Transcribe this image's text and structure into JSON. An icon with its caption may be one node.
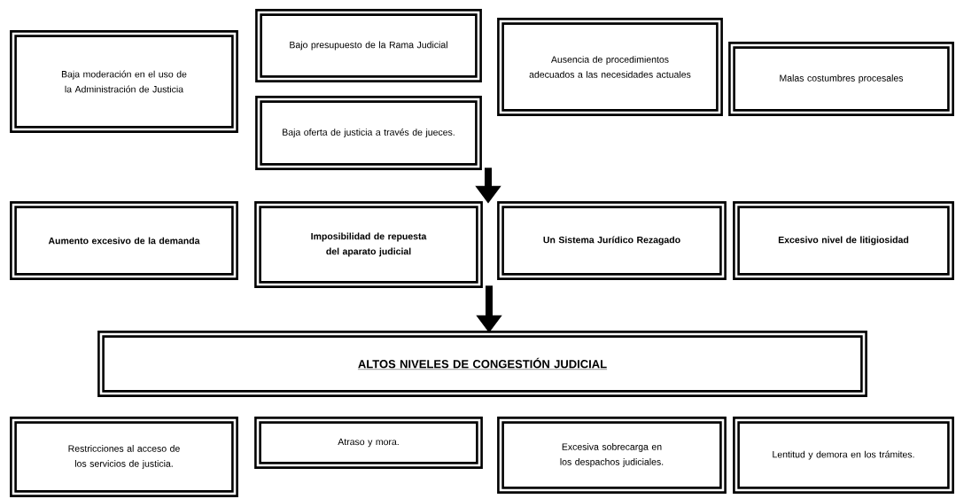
{
  "diagram": {
    "nodes": [
      {
        "text": [
          "Baja moderación en el uso de la Administración de Justicia"
        ]
      },
      {
        "text": [
          "Bajo presupuesto de la Rama Judicial"
        ]
      },
      {
        "text": [
          "Ausencia de procedimientos adecuados a las necesidades actuales"
        ]
      },
      {
        "text": [
          "Malas costumbres procesales"
        ]
      },
      {
        "text": [
          "Baja oferta de justicia a través de jueces."
        ]
      },
      {
        "text": [
          "Aumento excesivo de la demanda"
        ]
      },
      {
        "text": [
          "Imposibilidad de repuesta del aparato judicial"
        ]
      },
      {
        "text": [
          "Un Sistema Jurídico Rezagado"
        ]
      },
      {
        "text": [
          "Excesivo nivel de litigiosidad"
        ]
      },
      {
        "text": [
          "ALTOS NIVELES DE CONGESTIÓN JUDICIAL"
        ]
      },
      {
        "text": [
          "Restricciones al acceso de los servicios de justicia."
        ]
      },
      {
        "text": [
          "Atraso y mora."
        ]
      },
      {
        "text": [
          "Excesiva sobrecarga en los despachos judiciales."
        ]
      },
      {
        "text": [
          "Lentitud y demora en los trámites."
        ]
      }
    ],
    "edges": [
      {
        "from": 4,
        "to": 6,
        "arrow": "to"
      },
      {
        "from": 6,
        "to": 9,
        "arrow": "to"
      }
    ]
  }
}
